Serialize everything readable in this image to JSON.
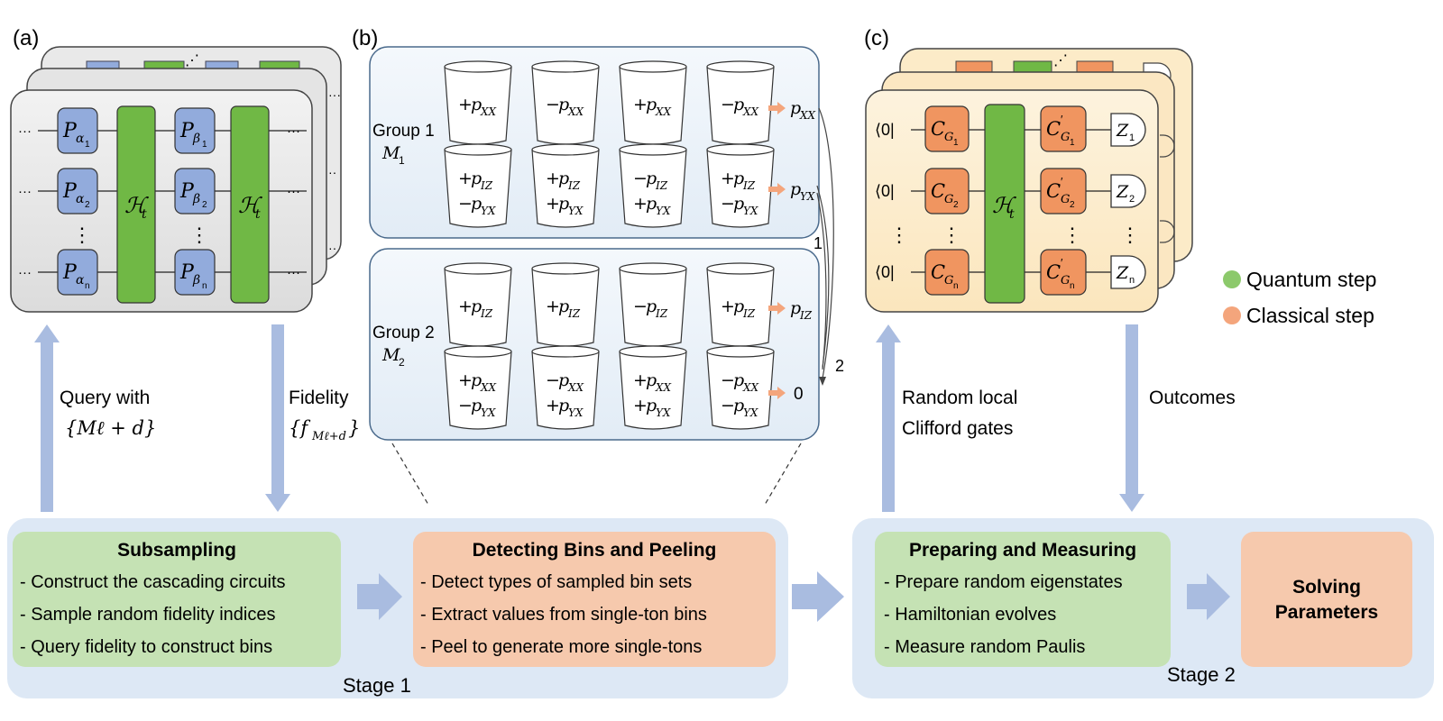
{
  "panels": {
    "a": {
      "tag": "(a)",
      "gates_alpha": [
        "P",
        "P",
        "P"
      ],
      "alpha_subs": [
        "α",
        "α",
        "α"
      ],
      "alpha_idx": [
        "1",
        "2",
        "n"
      ],
      "beta_subs": [
        "β",
        "β",
        "β"
      ],
      "beta_idx": [
        "1",
        "2",
        "n"
      ],
      "hamiltonian": "ℋ",
      "ham_sub": "t",
      "ellipsis": "···",
      "vdots": "⋮"
    },
    "b": {
      "tag": "(b)",
      "group1_label": "Group 1",
      "group1_sym": "M",
      "group1_sub": "1",
      "group2_label": "Group 2",
      "group2_sym": "M",
      "group2_sub": "2",
      "g1_row1": [
        [
          "+",
          "XX"
        ],
        [
          "−",
          "XX"
        ],
        [
          "+",
          "XX"
        ],
        [
          "−",
          "XX"
        ]
      ],
      "g1_row2": [
        [
          [
            "+",
            "IZ"
          ],
          [
            "−",
            "YX"
          ]
        ],
        [
          [
            "+",
            "IZ"
          ],
          [
            "+",
            "YX"
          ]
        ],
        [
          [
            "−",
            "IZ"
          ],
          [
            "+",
            "YX"
          ]
        ],
        [
          [
            "+",
            "IZ"
          ],
          [
            "−",
            "YX"
          ]
        ]
      ],
      "g2_row1": [
        [
          "+",
          "IZ"
        ],
        [
          "+",
          "IZ"
        ],
        [
          "−",
          "IZ"
        ],
        [
          "+",
          "IZ"
        ]
      ],
      "g2_row2": [
        [
          [
            "+",
            "XX"
          ],
          [
            "−",
            "YX"
          ]
        ],
        [
          [
            "−",
            "XX"
          ],
          [
            "+",
            "YX"
          ]
        ],
        [
          [
            "+",
            "XX"
          ],
          [
            "+",
            "YX"
          ]
        ],
        [
          [
            "−",
            "XX"
          ],
          [
            "−",
            "YX"
          ]
        ]
      ],
      "out1_sub": "XX",
      "out2_sub": "YX",
      "out3_sub": "IZ",
      "out4": "0",
      "p": "p",
      "step1": "1",
      "step2": "2"
    },
    "c": {
      "tag": "(c)",
      "ket": "⟨0|",
      "c_sym": "C",
      "c_sub_letter": "G",
      "c_idx": [
        "1",
        "2",
        "n"
      ],
      "z_sym": "Z",
      "z_idx": [
        "1",
        "2",
        "n"
      ],
      "vdots": "⋮"
    }
  },
  "legend": {
    "quantum": "Quantum step",
    "classical": "Classical step",
    "quantum_color": "#8cc96b",
    "classical_color": "#f4a57c"
  },
  "arrows": {
    "query_line1": "Query with",
    "query_line2": "{Mℓ + d}",
    "fidelity_line1": "Fidelity",
    "fidelity_f": "{f",
    "fidelity_sub": "Mℓ+d",
    "fidelity_end": "}",
    "random_line1": "Random local",
    "random_line2": "Clifford gates",
    "outcomes": "Outcomes"
  },
  "stage1": {
    "label": "Stage 1",
    "subsampling": {
      "title": "Subsampling",
      "items": [
        "- Construct the cascading circuits",
        "- Sample random fidelity indices",
        "- Query fidelity to construct bins"
      ]
    },
    "detecting": {
      "title": "Detecting Bins and Peeling",
      "items": [
        "- Detect types of sampled bin sets",
        "- Extract values from single-ton bins",
        "- Peel to generate more single-tons"
      ]
    }
  },
  "stage2": {
    "label": "Stage 2",
    "preparing": {
      "title": "Preparing and Measuring",
      "items": [
        "- Prepare random eigenstates",
        "- Hamiltonian evolves",
        "- Measure random Paulis"
      ]
    },
    "solving": {
      "title_line1": "Solving",
      "title_line2": "Parameters"
    }
  }
}
